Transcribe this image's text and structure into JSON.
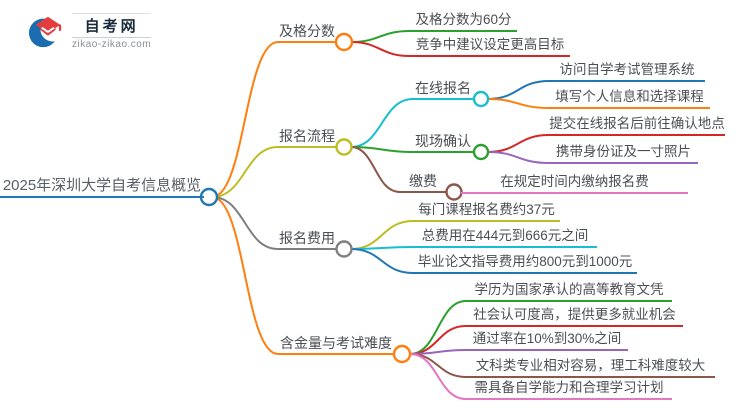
{
  "logo": {
    "site_name": "自考网",
    "site_url": "zikao-zikao.com",
    "mark_colors": {
      "swoosh_blue": "#1b6cb0",
      "cap_red": "#e23c3f"
    }
  },
  "palette": {
    "blue": "#1f77b4",
    "orange": "#ff7f0e",
    "green": "#2ca02c",
    "red": "#d62728",
    "purple": "#9467bd",
    "brown": "#8c564b",
    "pink": "#e377c2",
    "gray": "#7f7f7f",
    "olive": "#bcbd22",
    "cyan": "#17becf"
  },
  "mindmap": {
    "root": {
      "label": "2025年深圳大学自考信息概览",
      "color": "#1f77b4"
    },
    "branches": [
      {
        "label": "及格分数",
        "color": "#ff7f0e",
        "children": [
          {
            "label": "及格分数为60分",
            "color": "#2ca02c"
          },
          {
            "label": "竞争中建议设定更高目标",
            "color": "#d62728"
          }
        ]
      },
      {
        "label": "报名流程",
        "color": "#bcbd22",
        "children": [
          {
            "label": "在线报名",
            "color": "#17becf",
            "children": [
              {
                "label": "访问自学考试管理系统",
                "color": "#1f77b4"
              },
              {
                "label": "填写个人信息和选择课程",
                "color": "#ff7f0e"
              }
            ]
          },
          {
            "label": "现场确认",
            "color": "#2ca02c",
            "children": [
              {
                "label": "提交在线报名后前往确认地点",
                "color": "#d62728"
              },
              {
                "label": "携带身份证及一寸照片",
                "color": "#9467bd"
              }
            ]
          },
          {
            "label": "缴费",
            "color": "#8c564b",
            "children": [
              {
                "label": "在规定时间内缴纳报名费",
                "color": "#e377c2"
              }
            ]
          }
        ]
      },
      {
        "label": "报名费用",
        "color": "#7f7f7f",
        "children": [
          {
            "label": "每门课程报名费约37元",
            "color": "#bcbd22"
          },
          {
            "label": "总费用在444元到666元之间",
            "color": "#17becf"
          },
          {
            "label": "毕业论文指导费用约800元到1000元",
            "color": "#1f77b4"
          }
        ]
      },
      {
        "label": "含金量与考试难度",
        "color": "#ff7f0e",
        "children": [
          {
            "label": "学历为国家承认的高等教育文凭",
            "color": "#2ca02c"
          },
          {
            "label": "社会认可度高，提供更多就业机会",
            "color": "#d62728"
          },
          {
            "label": "通过率在10%到30%之间",
            "color": "#9467bd"
          },
          {
            "label": "文科类专业相对容易，理工科难度较大",
            "color": "#8c564b"
          },
          {
            "label": "需具备自学能力和合理学习计划",
            "color": "#e377c2"
          }
        ]
      }
    ]
  }
}
